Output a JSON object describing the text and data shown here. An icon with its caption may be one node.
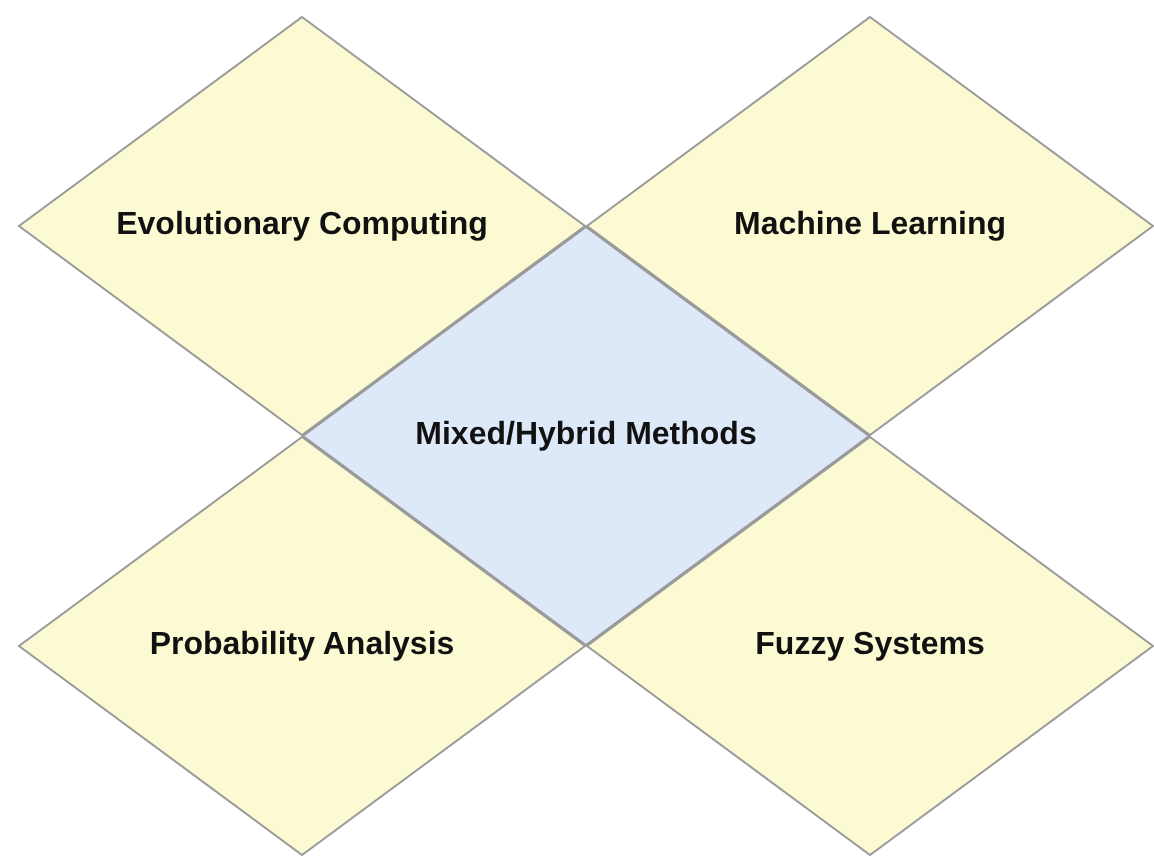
{
  "diagram": {
    "nodes": [
      {
        "text": [
          "Evolutionary Computing"
        ]
      },
      {
        "text": [
          "Machine Learning"
        ]
      },
      {
        "text": [
          "Mixed/Hybrid Methods"
        ]
      },
      {
        "text": [
          "Probability Analysis"
        ]
      },
      {
        "text": [
          "Fuzzy Systems"
        ]
      }
    ]
  }
}
